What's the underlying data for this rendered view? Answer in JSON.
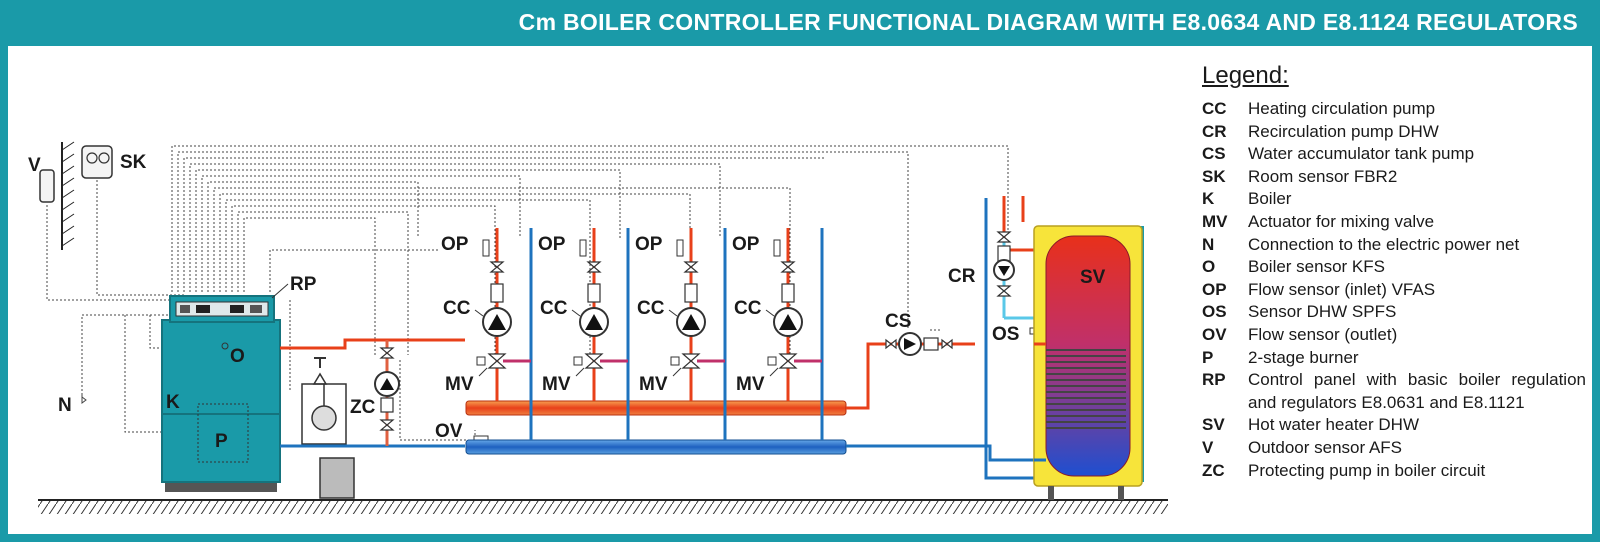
{
  "title": "Cm BOILER CONTROLLER FUNCTIONAL DIAGRAM WITH E8.0634 AND E8.1124 REGULATORS",
  "colors": {
    "frame": "#1a9aa8",
    "hot": "#f05a22",
    "cold": "#1e73be",
    "boiler": "#1a9aa8",
    "tank_outer": "#f7e43a"
  },
  "diagram": {
    "labels": {
      "v": "V",
      "sk": "SK",
      "rp": "RP",
      "o": "O",
      "n": "N",
      "k": "K",
      "p": "P",
      "zc": "ZC",
      "ov": "OV",
      "cs": "CS",
      "cr": "CR",
      "os": "OS",
      "sv": "SV"
    },
    "circuits": [
      {
        "op": "OP",
        "cc": "CC",
        "mv": "MV"
      },
      {
        "op": "OP",
        "cc": "CC",
        "mv": "MV"
      },
      {
        "op": "OP",
        "cc": "CC",
        "mv": "MV"
      },
      {
        "op": "OP",
        "cc": "CC",
        "mv": "MV"
      }
    ]
  },
  "legend": {
    "title": "Legend:",
    "items": [
      {
        "code": "CC",
        "desc": "Heating circulation pump"
      },
      {
        "code": "CR",
        "desc": "Recirculation pump DHW"
      },
      {
        "code": "CS",
        "desc": "Water accumulator tank pump"
      },
      {
        "code": "SK",
        "desc": "Room sensor FBR2"
      },
      {
        "code": "K",
        "desc": "Boiler"
      },
      {
        "code": "MV",
        "desc": "Actuator for mixing valve"
      },
      {
        "code": "N",
        "desc": "Connection to the electric power net"
      },
      {
        "code": "O",
        "desc": "Boiler sensor KFS"
      },
      {
        "code": "OP",
        "desc": "Flow sensor (inlet) VFAS"
      },
      {
        "code": "OS",
        "desc": "Sensor DHW SPFS"
      },
      {
        "code": "OV",
        "desc": "Flow sensor (outlet)"
      },
      {
        "code": "P",
        "desc": "2-stage burner"
      },
      {
        "code": "RP",
        "desc": "Control panel with basic boiler regulation and regulators E8.0631 and E8.1121"
      },
      {
        "code": "SV",
        "desc": "Hot water heater DHW"
      },
      {
        "code": "V",
        "desc": "Outdoor sensor AFS"
      },
      {
        "code": "ZC",
        "desc": "Protecting pump in boiler circuit"
      }
    ]
  }
}
